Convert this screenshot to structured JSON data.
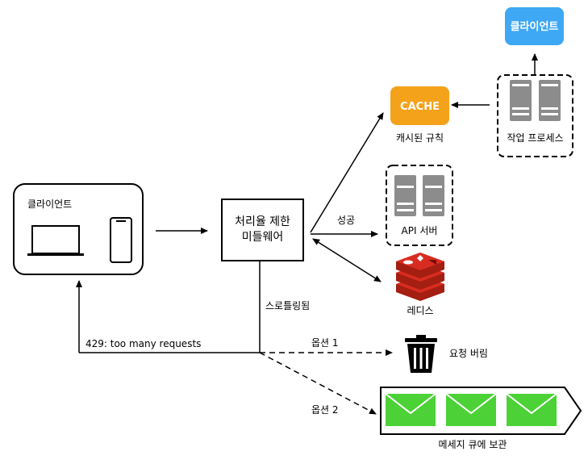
{
  "client_left": {
    "label": "클라이언트"
  },
  "client_top": {
    "label": "클라이언트"
  },
  "rate_limiter": {
    "line1": "처리율 제한",
    "line2": "미들웨어"
  },
  "cache": {
    "label": "CACHE",
    "caption": "캐시된 규칙"
  },
  "worker": {
    "caption": "작업 프로세스"
  },
  "api_server": {
    "caption": "API 서버"
  },
  "redis": {
    "caption": "레디스"
  },
  "trash": {
    "caption": "요청 버림"
  },
  "queue": {
    "caption": "메세지 큐에 보관"
  },
  "edges": {
    "success": "성공",
    "throttled": "스로틀링됨",
    "error_429": "429: too many requests",
    "option1": "옵션 1",
    "option2": "옵션 2"
  },
  "colors": {
    "cache_orange": "#F5A21B",
    "client_blue": "#3EA8F4",
    "server_gray": "#8C8C8C",
    "redis_red": "#D32F2F",
    "envelope_green": "#4CD137"
  }
}
